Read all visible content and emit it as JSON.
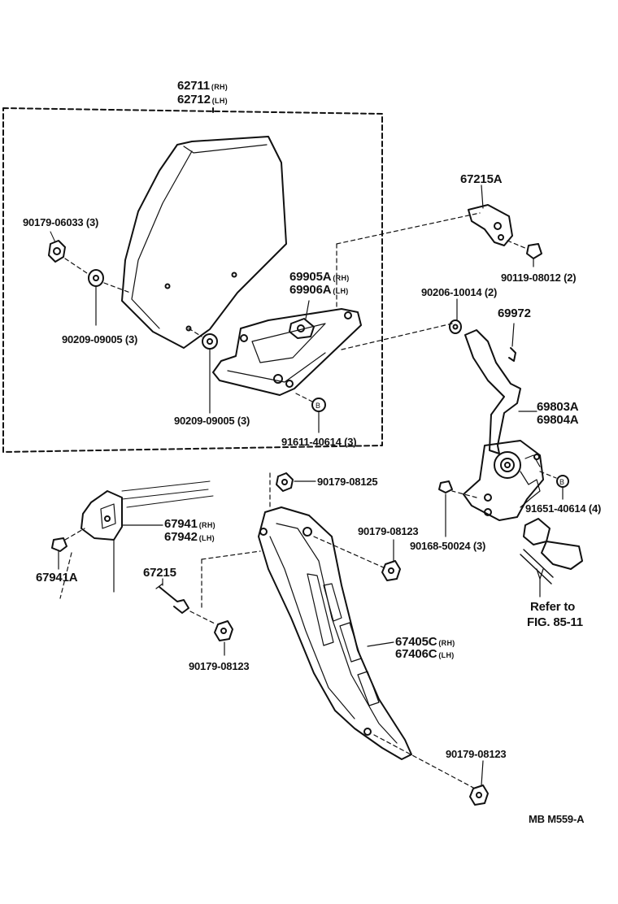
{
  "diagram": {
    "figure_code": "MB M559-A",
    "callouts": {
      "glass": {
        "rh": "62711",
        "rh_suffix": "(RH)",
        "lh": "62712",
        "lh_suffix": "(LH)"
      },
      "glass_bolt": "90179-06033 (3)",
      "washer_left": "90209-09005 (3)",
      "washer_lower": "90209-09005 (3)",
      "glass_channel": {
        "rh": "69905A",
        "rh_suffix": "(RH)",
        "lh": "69906A",
        "lh_suffix": "(LH)"
      },
      "rivet_a": "91611-40614 (3)",
      "bracket": "67215A",
      "bracket_bolt": "90119-08012 (2)",
      "regulator_washer": "90206-10014 (2)",
      "clip": "69972",
      "regulator": {
        "rh": "69803A",
        "lh": "69804A"
      },
      "rivet_b": "91651-40614 (4)",
      "regulator_bolt": "90168-50024 (3)",
      "nut_top": "90179-08125",
      "nut_mid": "90179-08123",
      "nut_left": "90179-08123",
      "nut_bottom": "90179-08123",
      "stopper": {
        "rh": "67941",
        "rh_suffix": "(RH)",
        "lh": "67942",
        "lh_suffix": "(LH)"
      },
      "stopper_screw": "67941A",
      "stud": "67215",
      "run_channel": {
        "rh": "67405C",
        "rh_suffix": "(RH)",
        "lh": "67406C",
        "lh_suffix": "(LH)"
      },
      "refer_line1": "Refer to",
      "refer_line2": "FIG. 85-11"
    }
  }
}
